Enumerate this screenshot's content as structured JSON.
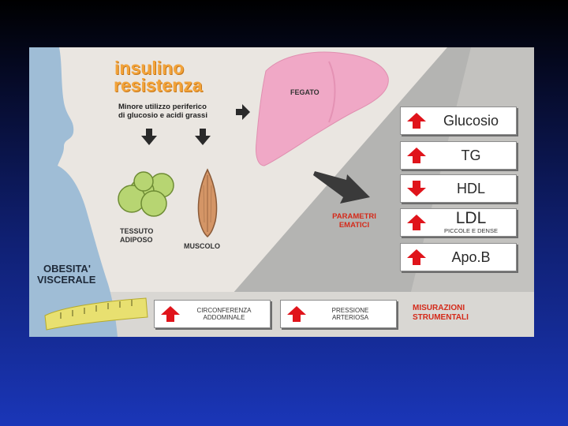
{
  "title": {
    "line1": "insulino",
    "line2": "resistenza"
  },
  "subtitle": {
    "line1": "Minore utilizzo periferico",
    "line2": "di glucosio e acidi grassi"
  },
  "liver_label": "FEGATO",
  "adipose_label": {
    "line1": "TESSUTO",
    "line2": "ADIPOSO"
  },
  "muscle_label": "MUSCOLO",
  "obesity_label": {
    "line1": "OBESITA'",
    "line2": "VISCERALE"
  },
  "parameters_label": {
    "line1": "PARAMETRI",
    "line2": "EMATICI"
  },
  "parameters": [
    {
      "name": "Glucosio",
      "direction": "up"
    },
    {
      "name": "TG",
      "direction": "up"
    },
    {
      "name": "HDL",
      "direction": "down"
    },
    {
      "name": "LDL",
      "note": "PICCOLE E DENSE",
      "direction": "up"
    },
    {
      "name": "Apo.B",
      "direction": "up"
    }
  ],
  "measurements_label": {
    "line1": "MISURAZIONI",
    "line2": "STRUMENTALI"
  },
  "measurements": [
    {
      "line1": "CIRCONFERENZA",
      "line2": "ADDOMINALE",
      "direction": "up"
    },
    {
      "line1": "PRESSIONE",
      "line2": "ARTERIOSA",
      "direction": "up"
    }
  ],
  "colors": {
    "up_arrow": "#e0141b",
    "title": "#f2a33a",
    "accent_text": "#d42a1a",
    "silhouette": "#9fbdd6",
    "liver": "#f0a8c6",
    "adipose": "#b7d572",
    "muscle": "#d49566"
  }
}
